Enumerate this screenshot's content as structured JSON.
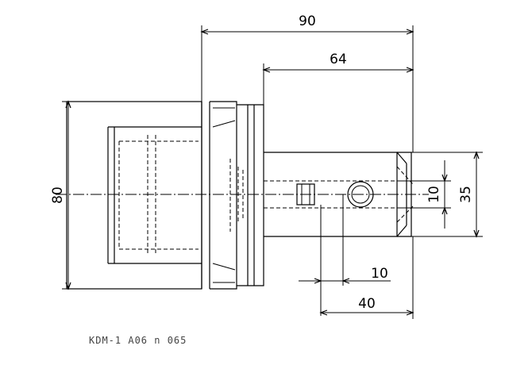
{
  "drawing": {
    "dimensions": {
      "overall_length": "90",
      "shank_length": "64",
      "flange_diameter": "80",
      "shank_diameter": "35",
      "bore_diameter": "10",
      "screw_offset": "10",
      "screw_position": "40"
    },
    "part_number": "KDM-1 A06 n 065"
  }
}
